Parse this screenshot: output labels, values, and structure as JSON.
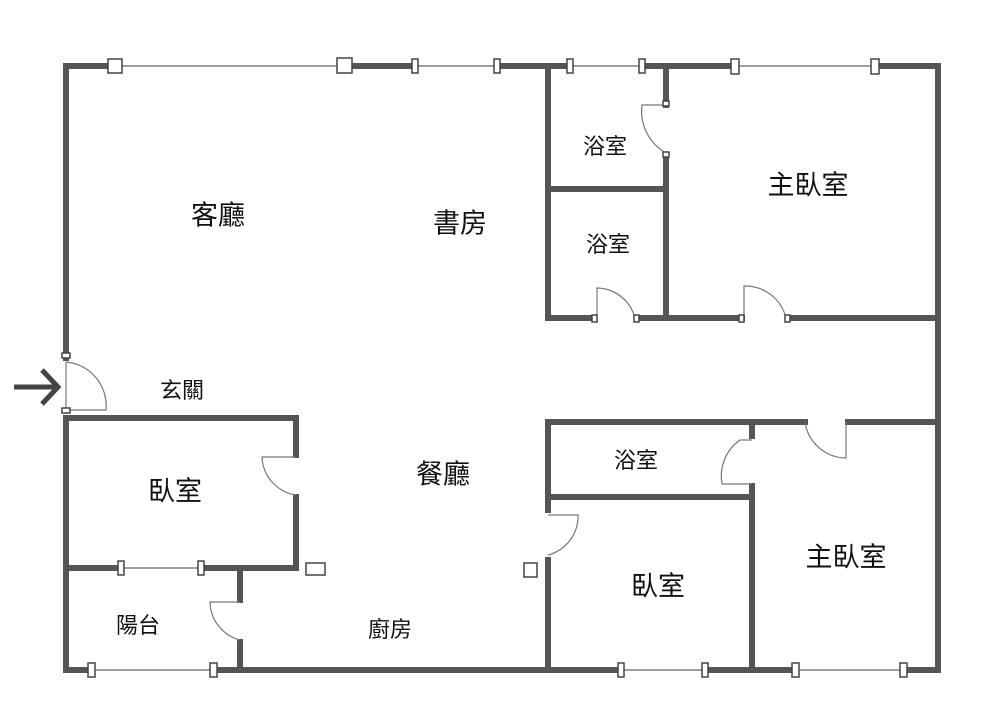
{
  "plan": {
    "rooms": {
      "living_room": "客廳",
      "study": "書房",
      "bath_1": "浴室",
      "bath_2": "浴室",
      "master_bedroom_1": "主臥室",
      "entrance": "玄關",
      "bedroom_1": "臥室",
      "dining_room": "餐廳",
      "bath_3": "浴室",
      "master_bedroom_2": "主臥室",
      "bedroom_2": "臥室",
      "balcony": "陽台",
      "kitchen": "廚房"
    },
    "colors": {
      "wall": "#555555",
      "background": "#ffffff"
    }
  }
}
